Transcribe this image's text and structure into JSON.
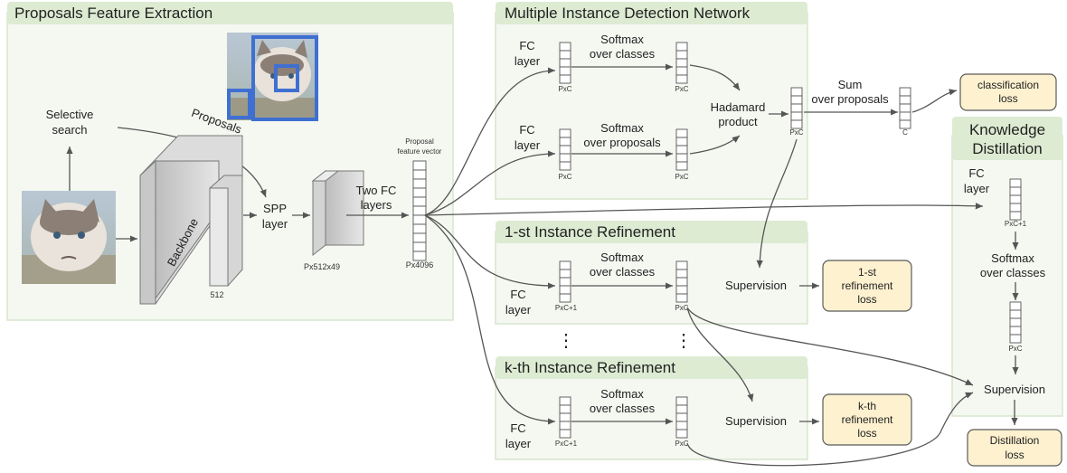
{
  "panels": {
    "pfe": "Proposals Feature Extraction",
    "midn": "Multiple Instance Detection Network",
    "ref1": "1-st Instance Refinement",
    "refk": "k-th Instance Refinement",
    "kd_line1": "Knowledge",
    "kd_line2": "Distillation"
  },
  "pfe": {
    "selective_1": "Selective",
    "selective_2": "search",
    "proposals": "Proposals",
    "backbone": "Backbone",
    "backbone_dim": "512",
    "spp_1": "SPP",
    "spp_2": "layer",
    "spp_dim": "Px512x49",
    "two_fc_1": "Two FC",
    "two_fc_2": "layers",
    "pfv_1": "Proposal",
    "pfv_2": "feature vector",
    "pfv_dim": "Px4096"
  },
  "midn": {
    "fc_1": "FC",
    "fc_2": "layer",
    "softmax_cls_1": "Softmax",
    "softmax_cls_2": "over classes",
    "softmax_prop_1": "Softmax",
    "softmax_prop_2": "over proposals",
    "pxc": "PxC",
    "hadamard_1": "Hadamard",
    "hadamard_2": "product",
    "sum_1": "Sum",
    "sum_2": "over proposals",
    "c": "C"
  },
  "refinement": {
    "fc_1": "FC",
    "fc_2": "layer",
    "softmax_1": "Softmax",
    "softmax_2": "over classes",
    "pxc1": "PxC+1",
    "pxc": "PxC",
    "supervision": "Supervision",
    "dots": "⋮"
  },
  "kd": {
    "fc_1": "FC",
    "fc_2": "layer",
    "pxc1": "PxC+1",
    "softmax_1": "Softmax",
    "softmax_2": "over classes",
    "pxc": "PxC",
    "supervision": "Supervision"
  },
  "losses": {
    "classification_1": "classification",
    "classification_2": "loss",
    "ref1_1": "1-st",
    "ref1_2": "refinement",
    "ref1_3": "loss",
    "refk_1": "k-th",
    "refk_2": "refinement",
    "refk_3": "loss",
    "distill_1": "Distillation",
    "distill_2": "loss"
  },
  "colors": {
    "panel_fill": "#f4f8f1",
    "panel_border": "#d7e6cc",
    "panel_header": "#dcebd2",
    "loss_fill": "#fdf1cf",
    "loss_border": "#5a5a5a",
    "highlight_box": "#3f6fd1"
  }
}
